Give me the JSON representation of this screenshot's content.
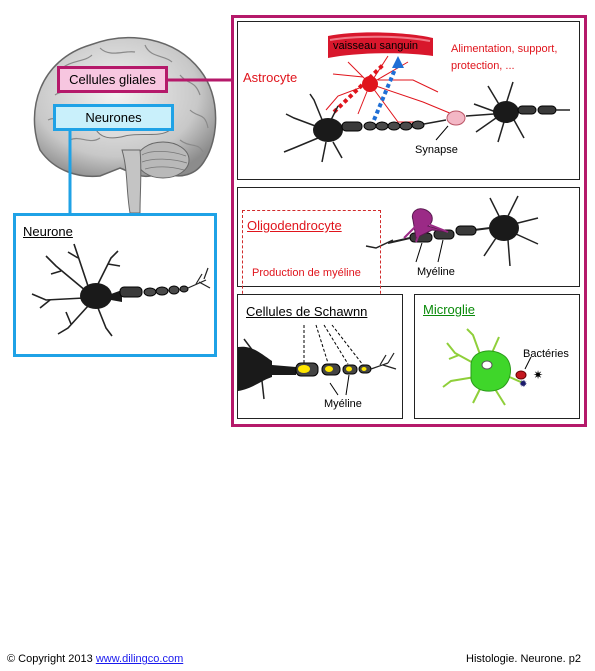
{
  "brain_labels": {
    "glial": "Cellules gliales",
    "neurons": "Neurones"
  },
  "neuron_panel": {
    "title": "Neurone"
  },
  "astrocyte_panel": {
    "title": "Astrocyte",
    "vessel": "vaisseau sanguin",
    "functions_line1": "Alimentation, support,",
    "functions_line2": "protection, ...",
    "synapse": "Synapse"
  },
  "oligo_panel": {
    "title": "Oligodendrocyte",
    "production": "Production de myéline",
    "myelin": "Myéline"
  },
  "schwann_panel": {
    "title": "Cellules de Schawnn",
    "myelin": "Myéline"
  },
  "microglia_panel": {
    "title": "Microglie",
    "bacteria": "Bactéries"
  },
  "footer": {
    "copyright": "© Copyright 2013",
    "link": "www.dilingco.com",
    "page": "Histologie. Neurone. p2"
  },
  "colors": {
    "glial_accent": "#b5196a",
    "neuron_accent": "#1fa2e6",
    "label_red": "#e0141c",
    "microglia_green": "#0a8a0a"
  }
}
